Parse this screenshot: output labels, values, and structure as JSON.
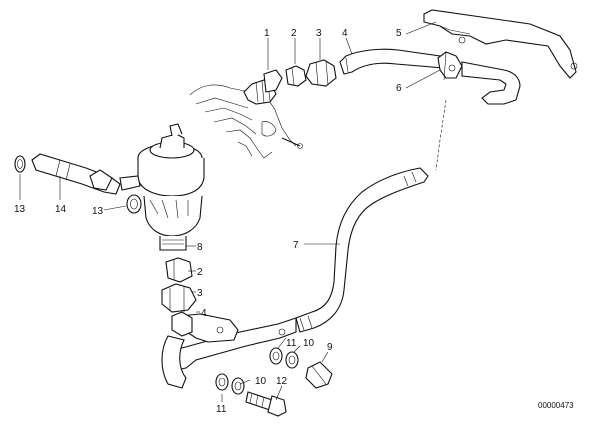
{
  "diagram": {
    "labels": {
      "l1": "1",
      "l2_top": "2",
      "l3_top": "3",
      "l4_top": "4",
      "l5": "5",
      "l6": "6",
      "l7": "7",
      "l8": "8",
      "l2_mid": "2",
      "l3_mid": "3",
      "l4_mid": "4",
      "l13_left": "13",
      "l14": "14",
      "l13_mid": "13",
      "l11_top": "11",
      "l10_top": "10",
      "l9": "9",
      "l10_bot": "10",
      "l12": "12",
      "l11_bot": "11"
    },
    "reference_number": "00000473"
  }
}
